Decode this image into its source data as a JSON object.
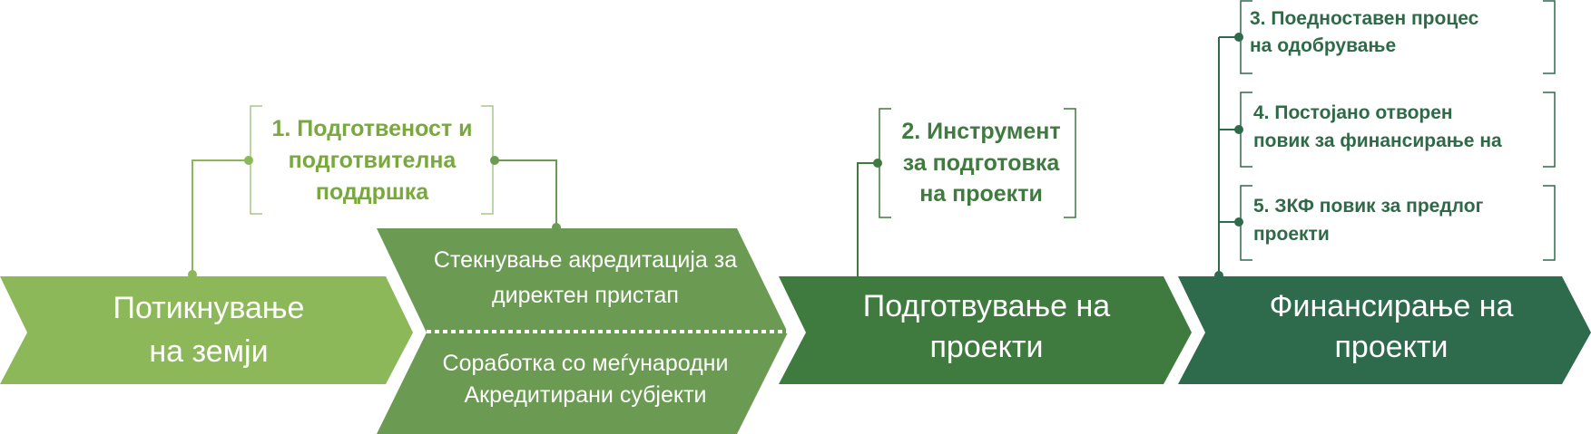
{
  "colors": {
    "stage1": "#8db85a",
    "stage2": "#6b9b52",
    "stage3": "#3f7a3f",
    "stage4": "#2e6a4c",
    "note_lime": "#79a93e",
    "note_green": "#3f7a3f",
    "note_dark": "#2f6a48"
  },
  "stages": [
    {
      "label_lines": [
        "Потикнување",
        "на земји"
      ]
    },
    {
      "top_lines": [
        "Стекнување акредитација за",
        "директен пристап"
      ],
      "bottom_lines": [
        "Соработка со меѓународни",
        "Акредитирани субјекти"
      ]
    },
    {
      "label_lines": [
        "Подготвување на",
        "проекти"
      ]
    },
    {
      "label_lines": [
        "Финансирање на",
        "проекти"
      ]
    }
  ],
  "notes": [
    {
      "lines": [
        "1. Подготвеност и",
        "подготвителна",
        "поддршка"
      ]
    },
    {
      "lines": [
        "2. Инструмент",
        "за подготовка",
        "на проекти"
      ]
    },
    {
      "lines": [
        "3. Поедноставен процес",
        "на одобрување"
      ]
    },
    {
      "lines": [
        "4. Постојано отворен",
        "повик за финансирање на"
      ]
    },
    {
      "lines": [
        "5. ЗКФ повик за предлог",
        "проекти"
      ]
    }
  ]
}
